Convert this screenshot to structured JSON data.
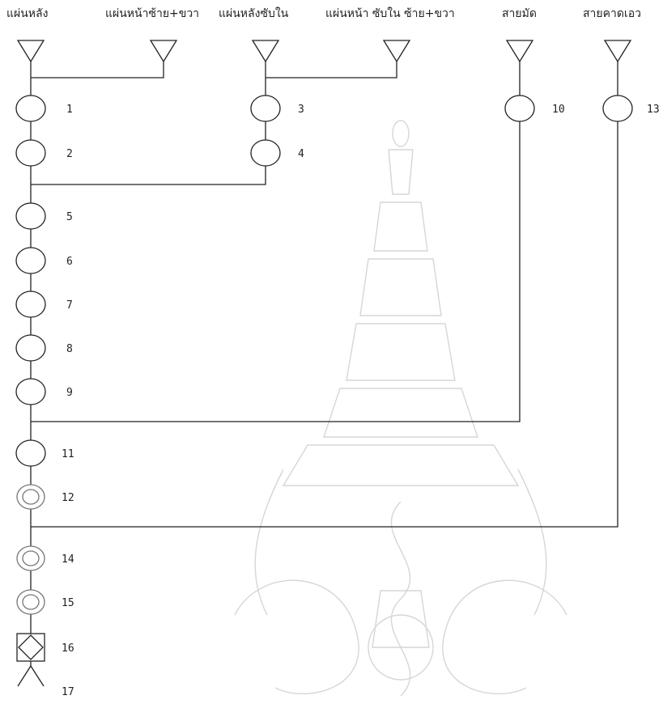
{
  "chart_type": "process flow chart",
  "symbol_types": {
    "triangle": "material-input-icon",
    "oval": "operation-icon",
    "double-circle": "inspection-icon",
    "square-diamond": "combined-operation-inspection-icon",
    "inverted-v": "storage-icon"
  },
  "colors": {
    "line": "#222222",
    "inspection_ring": "#777777",
    "watermark": "#d6d6d6"
  },
  "inputs": [
    {
      "id": "back-panel",
      "label": "แผ่นหลัง"
    },
    {
      "id": "front-panels",
      "label": "แผ่นหน้าซ้าย+ขวา"
    },
    {
      "id": "back-lining",
      "label": "แผ่นหลังซับใน"
    },
    {
      "id": "front-lining",
      "label": "แผ่นหน้า ซับใน ซ้าย+ขวา"
    },
    {
      "id": "tie-strap",
      "label": "สายมัด"
    },
    {
      "id": "waist-belt",
      "label": "สายคาดเอว"
    }
  ],
  "steps": [
    {
      "n": "1",
      "type": "operation"
    },
    {
      "n": "2",
      "type": "operation"
    },
    {
      "n": "3",
      "type": "operation"
    },
    {
      "n": "4",
      "type": "operation"
    },
    {
      "n": "5",
      "type": "operation"
    },
    {
      "n": "6",
      "type": "operation"
    },
    {
      "n": "7",
      "type": "operation"
    },
    {
      "n": "8",
      "type": "operation"
    },
    {
      "n": "9",
      "type": "operation"
    },
    {
      "n": "10",
      "type": "operation"
    },
    {
      "n": "11",
      "type": "operation"
    },
    {
      "n": "12",
      "type": "inspection"
    },
    {
      "n": "13",
      "type": "operation"
    },
    {
      "n": "14",
      "type": "inspection"
    },
    {
      "n": "15",
      "type": "inspection"
    },
    {
      "n": "16",
      "type": "combined"
    },
    {
      "n": "17",
      "type": "storage"
    }
  ]
}
